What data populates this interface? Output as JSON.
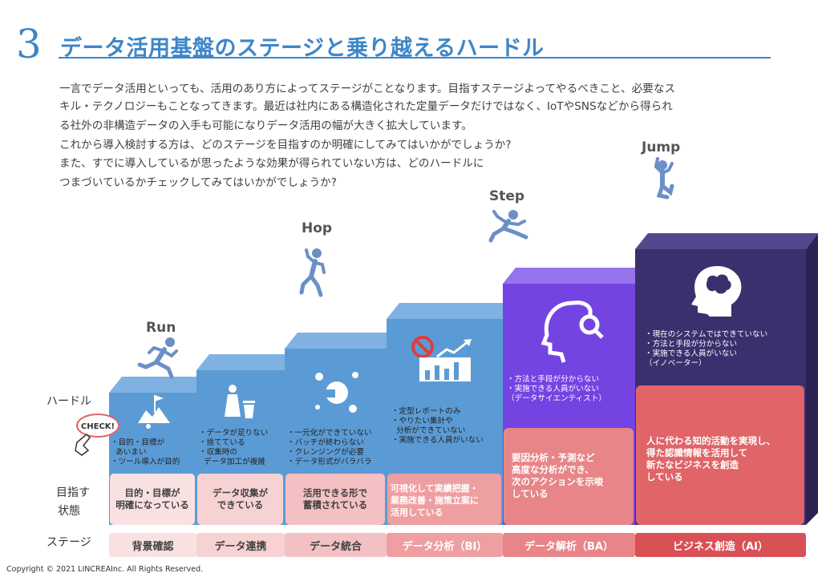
{
  "header": {
    "number": "3",
    "title": "データ活用基盤のステージと乗り越えるハードル"
  },
  "intro": [
    "一言でデータ活用といっても、活用のあり方によってステージがことなります。目指すステージよってやるべきこと、必要なス",
    "キル・テクノロジーもことなってきます。最近は社内にある構造化された定量データだけではなく、IoTやSNSなどから得られ",
    "る社外の非構造データの入手も可能になりデータ活用の幅が大きく拡大しています。",
    "これから導入検討する方は、どのステージを目指すのか明確にしてみてはいかがでしょうか?",
    "また、すでに導入しているが思ったような効果が得られていない方は、どのハードルに",
    "つまづいているかチェックしてみてはいかがでしょうか?"
  ],
  "row_labels": {
    "hurdle": "ハードル",
    "target_1": "目指す",
    "target_2": "状態",
    "stage": "ステージ"
  },
  "check_badge": "CHECK!",
  "steps": {
    "run": "Run",
    "hop": "Hop",
    "step": "Step",
    "jump": "Jump"
  },
  "hurdles": [
    "・目的・目標が\n  あいまい\n・ツール導入が目的",
    "・データが足りない\n・捨てている\n・収集時の\n  データ加工が複雑",
    "・一元化ができていない\n・バッチが終わらない\n・クレンジングが必要\n・データ形式がバラバラ",
    "・定型レポートのみ\n・やりたい集計や\n  分析ができていない\n・実施できる人員がいない",
    "・方法と手段が分からない\n・実施できる人員がいない\n（データサイエンティスト）",
    "・現在のシステムではできていない\n・方法と手段が分からない\n・実施できる人員がいない\n（イノベーター）"
  ],
  "states": [
    "目的・目標が\n明確になっている",
    "データ収集が\nできている",
    "活用できる形で\n蓄積されている",
    "可視化して実績把握・\n業務改善・施策立案に\n活用している",
    "要因分析・予測など\n高度な分析ができ、\n次のアクションを示唆\nしている",
    "人に代わる知的活動を実現し、\n得た認識情報を活用して\n新たなビジネスを創造\nしている"
  ],
  "stages": [
    "背景確認",
    "データ連携",
    "データ統合",
    "データ分析（BI）",
    "データ解析（BA）",
    "ビジネス創造（AI）"
  ],
  "colors": {
    "title_blue": "#3e86c8",
    "block_blue": "#5b9bd5",
    "block_blue_top": "#7fb1e3",
    "block_purple": "#7444e3",
    "block_purple_top": "#9572ee",
    "block_navy": "#3b2f6d",
    "block_navy_top": "#54478c",
    "pink_light": "#f9e1e2",
    "pink_mid": "#f3c1c3",
    "pink": "#ee9fa1",
    "red_mid": "#e88588",
    "red": "#e06468",
    "red_dark": "#d95055",
    "icon_blue": "#6b8fc7"
  },
  "icons": [
    "target-flag-icon",
    "trash-icon",
    "splash-icon",
    "chart-no-icon",
    "analysis-head-icon",
    "brain-head-icon",
    "check-hand-icon",
    "runner-icon",
    "hop-icon",
    "step-icon",
    "jump-icon"
  ],
  "copyright": "Copyright © 2021  LINCREAInc. All Rights Reserved."
}
